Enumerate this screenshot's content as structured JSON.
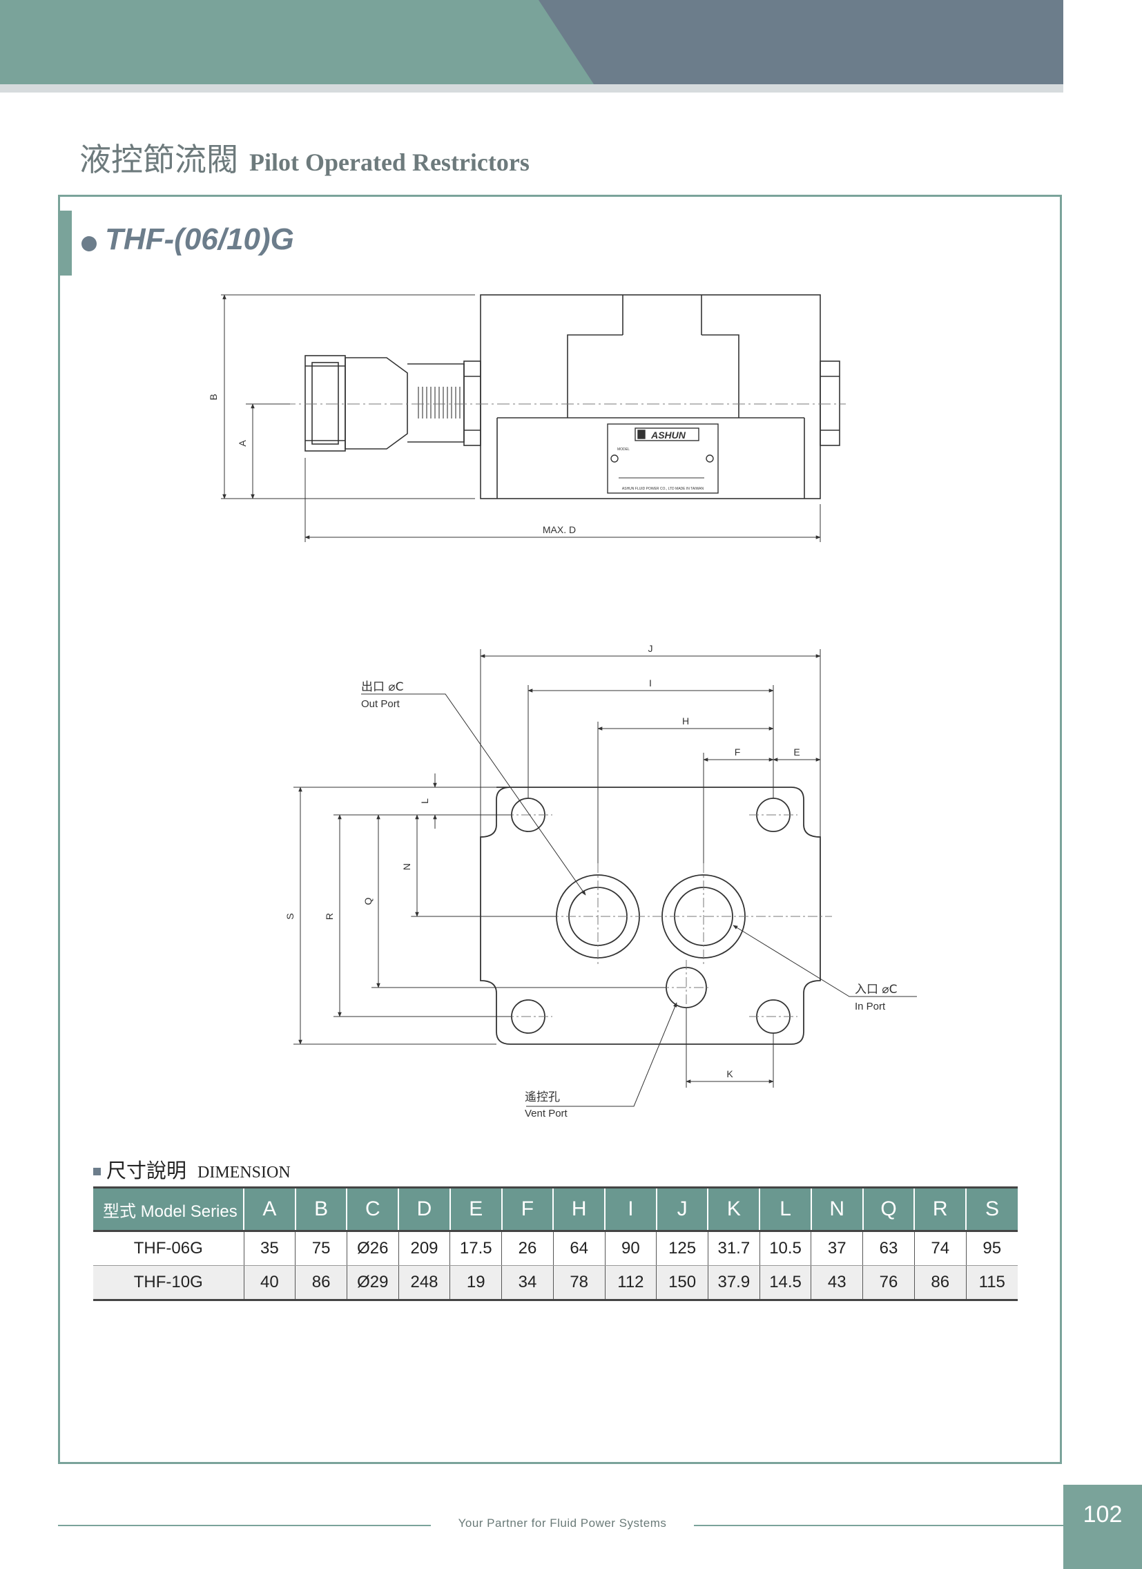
{
  "header": {
    "title_cn": "液控節流閥",
    "title_en": "Pilot Operated Restrictors"
  },
  "model": {
    "title": "THF-(06/10)G"
  },
  "side_view": {
    "dim_b": "B",
    "dim_a": "A",
    "dim_maxd": "MAX. D",
    "nameplate_brand": "ASHUN",
    "nameplate_model_label": "MODEL",
    "nameplate_footer": "ASHUN FLUID POWER CO., LTD MADE IN TAIWAN"
  },
  "bottom_view": {
    "dims": {
      "J": "J",
      "I": "I",
      "H": "H",
      "F": "F",
      "E": "E",
      "L": "L",
      "N": "N",
      "S": "S",
      "R": "R",
      "Q": "Q",
      "K": "K"
    },
    "out_port_cn": "出口 ⌀C",
    "out_port_en": "Out Port",
    "in_port_cn": "入口 ⌀C",
    "in_port_en": "In Port",
    "vent_port_cn": "遙控孔",
    "vent_port_en": "Vent Port"
  },
  "dimension": {
    "heading_cn": "尺寸說明",
    "heading_en": "DIMENSION",
    "model_header_cn": "型式",
    "model_header_en": "Model Series",
    "columns": [
      "A",
      "B",
      "C",
      "D",
      "E",
      "F",
      "H",
      "I",
      "J",
      "K",
      "L",
      "N",
      "Q",
      "R",
      "S"
    ],
    "rows": [
      {
        "model": "THF-06G",
        "values": [
          "35",
          "75",
          "Ø26",
          "209",
          "17.5",
          "26",
          "64",
          "90",
          "125",
          "31.7",
          "10.5",
          "37",
          "63",
          "74",
          "95"
        ]
      },
      {
        "model": "THF-10G",
        "values": [
          "40",
          "86",
          "Ø29",
          "248",
          "19",
          "34",
          "78",
          "112",
          "150",
          "37.9",
          "14.5",
          "43",
          "76",
          "86",
          "115"
        ]
      }
    ]
  },
  "footer": {
    "tagline": "Your Partner for Fluid Power Systems",
    "page_number": "102"
  },
  "colors": {
    "accent": "#7aa39a",
    "slate": "#6c7d8b"
  }
}
